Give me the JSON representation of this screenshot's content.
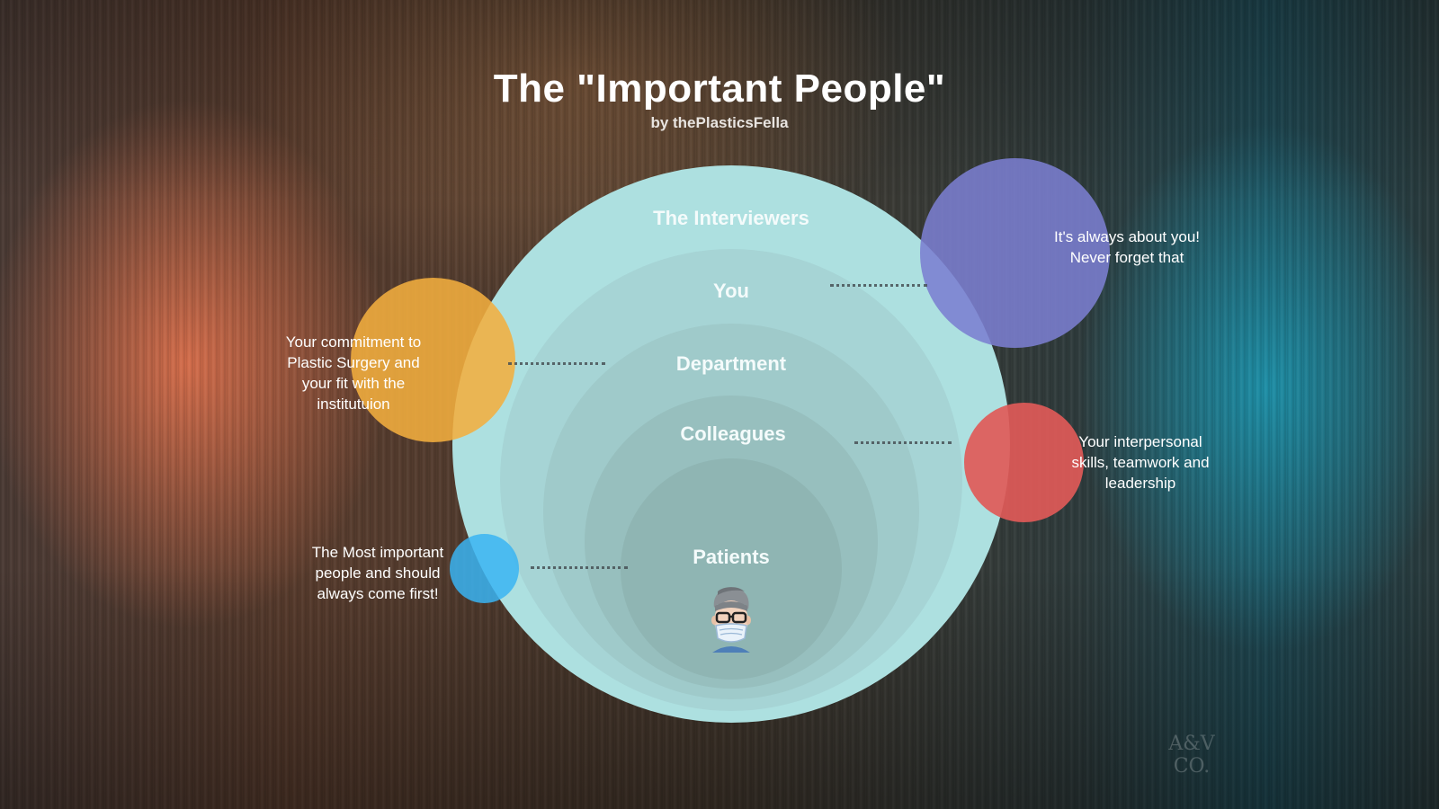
{
  "title": "The \"Important People\"",
  "subtitle": "by thePlasticsFella",
  "rings": [
    {
      "label": "The Interviewers"
    },
    {
      "label": "You"
    },
    {
      "label": "Department"
    },
    {
      "label": "Colleagues"
    },
    {
      "label": "Patients"
    }
  ],
  "callouts": {
    "purple": {
      "text": "It's always about you!\nNever forget that"
    },
    "orange": {
      "text": "Your commitment to\nPlastic Surgery and\nyour fit with the\ninstitutuion"
    },
    "red": {
      "text": "Your interpersonal\nskills, teamwork and\nleadership"
    },
    "blue": {
      "text": "The Most important\npeople and should\nalways come first!"
    }
  },
  "avatar": {
    "icon": "masked-doctor-avatar-icon"
  },
  "watermark": {
    "line1": "A&V",
    "line2": "CO."
  },
  "colors": {
    "outer_ring": "#ade0e0",
    "ring_you": "#a6d4d5",
    "ring_department": "#9fcaca",
    "ring_colleagues": "#97bfbe",
    "ring_patients": "#8fb5b3",
    "purple": "#7b7ed0",
    "orange": "#f3ae3f",
    "red": "#e05a58",
    "blue": "#3ab4f2"
  }
}
